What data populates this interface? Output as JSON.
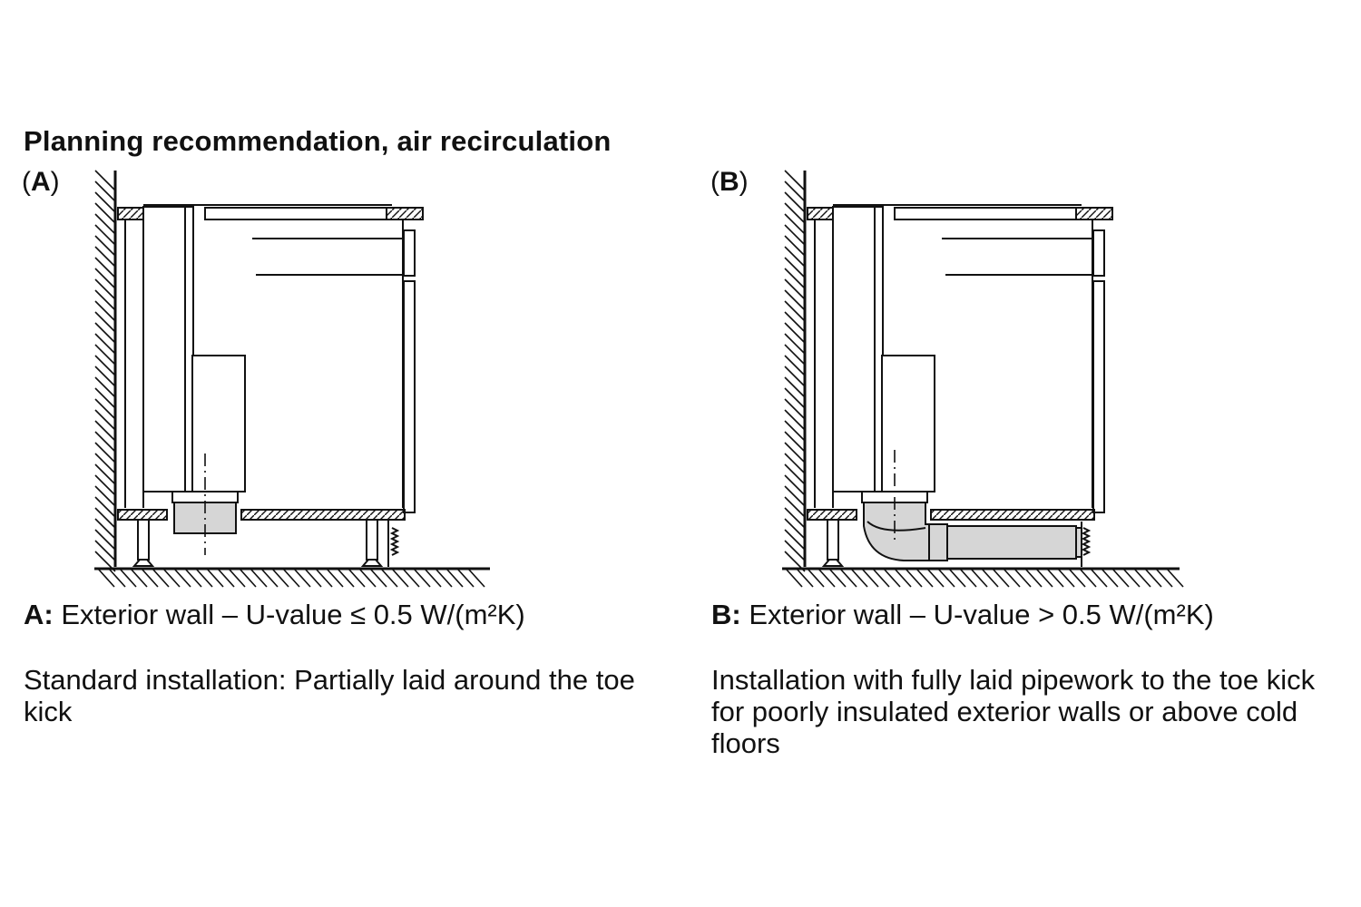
{
  "title": "Planning recommendation, air recirculation",
  "panels": {
    "a": {
      "letter": "A",
      "caption_key": "A:",
      "caption_text": "Exterior wall – U-value ≤ 0.5 W/(m²K)",
      "description": "Standard installation: Partially laid around the toe kick"
    },
    "b": {
      "letter": "B",
      "caption_key": "B:",
      "caption_text": "Exterior wall – U-value > 0.5 W/(m²K)",
      "description": "Installation with fully laid pipework to the toe kick for poorly insulated exterior walls or above cold floors"
    }
  }
}
